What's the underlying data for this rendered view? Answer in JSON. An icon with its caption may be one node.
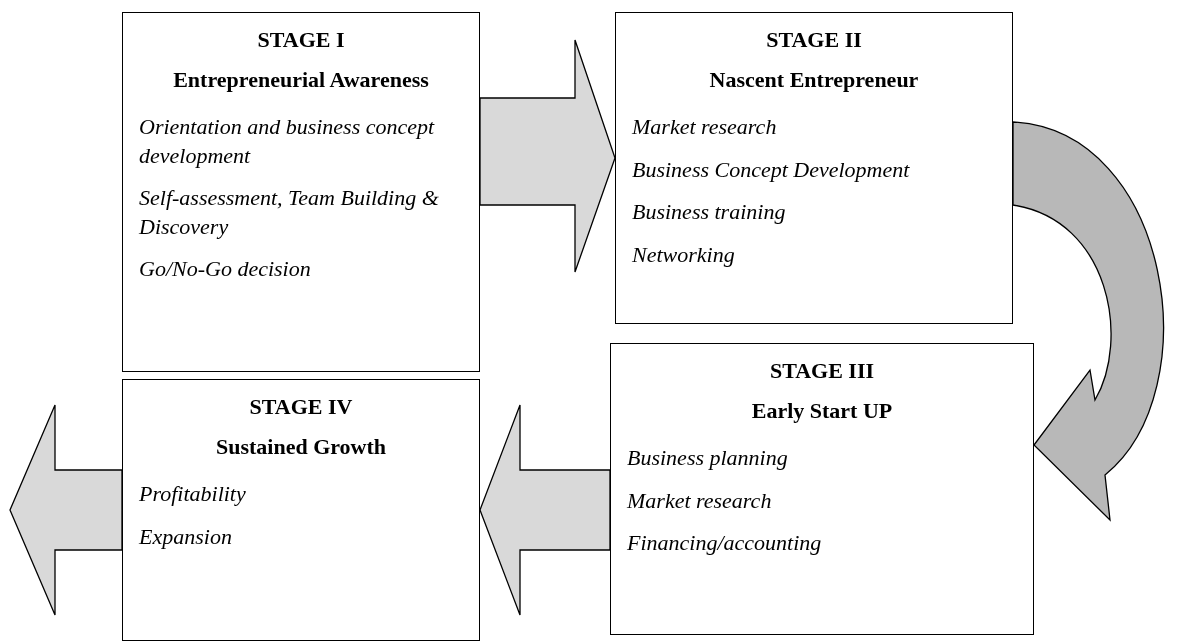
{
  "diagram": {
    "nodes": [
      {
        "text": [
          "STAGE I",
          "Entrepreneurial Awareness",
          "Orientation and business concept development",
          "Self-assessment, Team Building & Discovery",
          "Go/No-Go decision"
        ]
      },
      {
        "text": [
          "STAGE II",
          "Nascent Entrepreneur",
          "Market research",
          "Business Concept Development",
          "Business training",
          "Networking"
        ]
      },
      {
        "text": [
          "STAGE III",
          "Early Start UP",
          "Business planning",
          "Market research",
          "Financing/accounting"
        ]
      },
      {
        "text": [
          "STAGE IV",
          "Sustained Growth",
          "Profitability",
          "Expansion"
        ]
      }
    ],
    "edges": [
      {
        "from": 0,
        "to": 1,
        "arrow": "to"
      },
      {
        "from": 1,
        "to": 2,
        "arrow": "to"
      },
      {
        "from": 2,
        "to": 3,
        "arrow": "to"
      },
      {
        "from": 3,
        "to": null,
        "arrow": "to"
      }
    ]
  }
}
